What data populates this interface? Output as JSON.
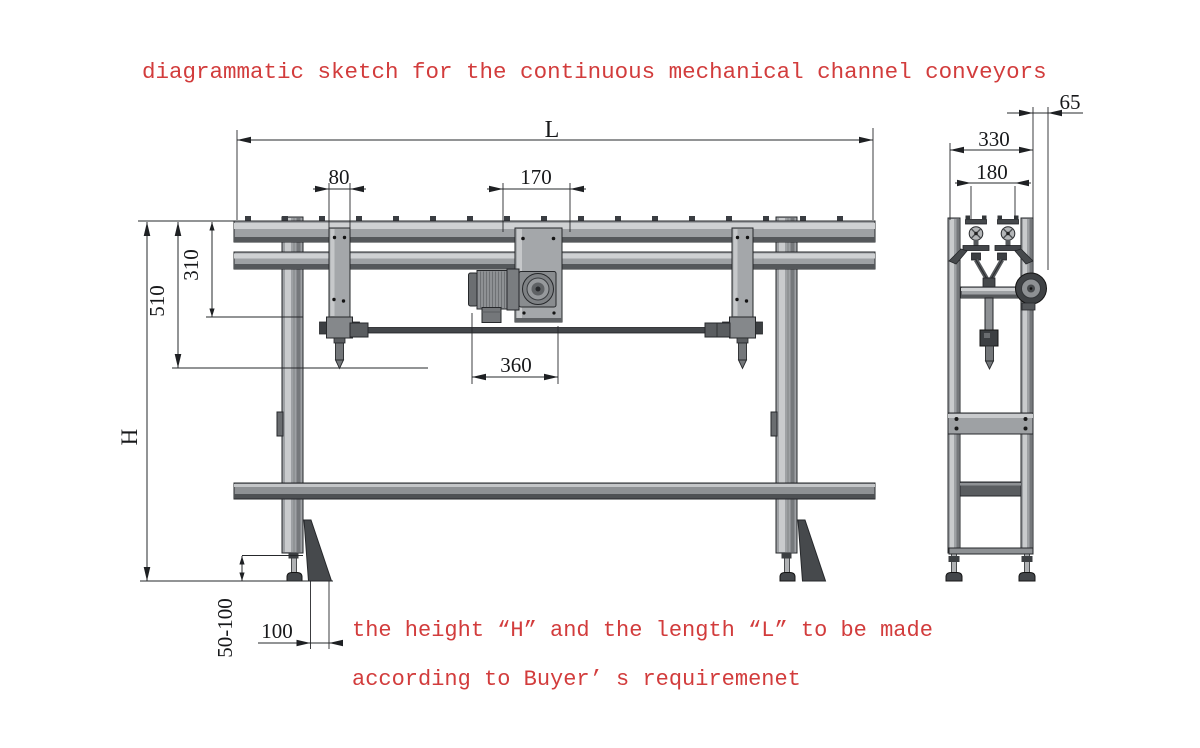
{
  "title": "diagrammatic sketch for the continuous mechanical channel conveyors",
  "notes": {
    "line1": "the height “H” and the length “L” to be made",
    "line2": "according to Buyer’ s requiremenet"
  },
  "dimensions": {
    "front": {
      "overall_length": "L",
      "hanger_bracket_width": "80",
      "drive_bracket_width": "170",
      "rail_to_coupling_drop": "310",
      "rail_to_hook_drop": "510",
      "overall_height": "H",
      "drive_unit_length": "360",
      "brace_foot_offset": "100",
      "foot_adjustment_range": "50-100"
    },
    "side": {
      "drive_wheel_offset": "65",
      "frame_overall_width": "330",
      "rail_track_spacing": "180"
    }
  },
  "colors": {
    "note_red": "#d23c3c",
    "drawing_line": "#26282b",
    "steel_light": "#cfd1d3",
    "steel_mid": "#9ea1a4",
    "steel_dark": "#55585b",
    "part_dark": "#46494c"
  }
}
